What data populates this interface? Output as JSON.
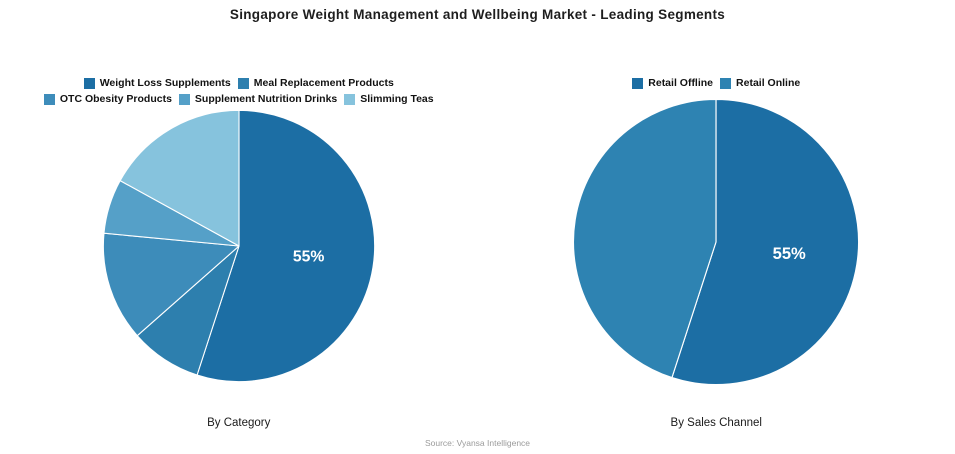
{
  "title": "Singapore Weight Management and Wellbeing Market - Leading Segments",
  "source": "Source: Vyansa Intelligence",
  "chart_data": [
    {
      "type": "pie",
      "title": "By Category",
      "legend_position": "top",
      "start_angle_deg": 0,
      "direction": "clockwise",
      "labels": [
        "Weight Loss Supplements",
        "Meal Replacement Products",
        "OTC Obesity Products",
        "Supplement Nutrition Drinks",
        "Slimming Teas"
      ],
      "values": [
        55,
        8.5,
        13,
        6.5,
        17
      ],
      "colors": [
        "#1c6ea4",
        "#2d7fae",
        "#3d8cba",
        "#55a0c8",
        "#86c3dd"
      ],
      "slice_label": {
        "slice": 0,
        "text": "55%"
      }
    },
    {
      "type": "pie",
      "title": "By Sales Channel",
      "legend_position": "top",
      "start_angle_deg": 0,
      "direction": "clockwise",
      "labels": [
        "Retail Offline",
        "Retail Online"
      ],
      "values": [
        55,
        45
      ],
      "colors": [
        "#1c6ea4",
        "#2e83b2"
      ],
      "slice_label": {
        "slice": 0,
        "text": "55%"
      }
    }
  ]
}
